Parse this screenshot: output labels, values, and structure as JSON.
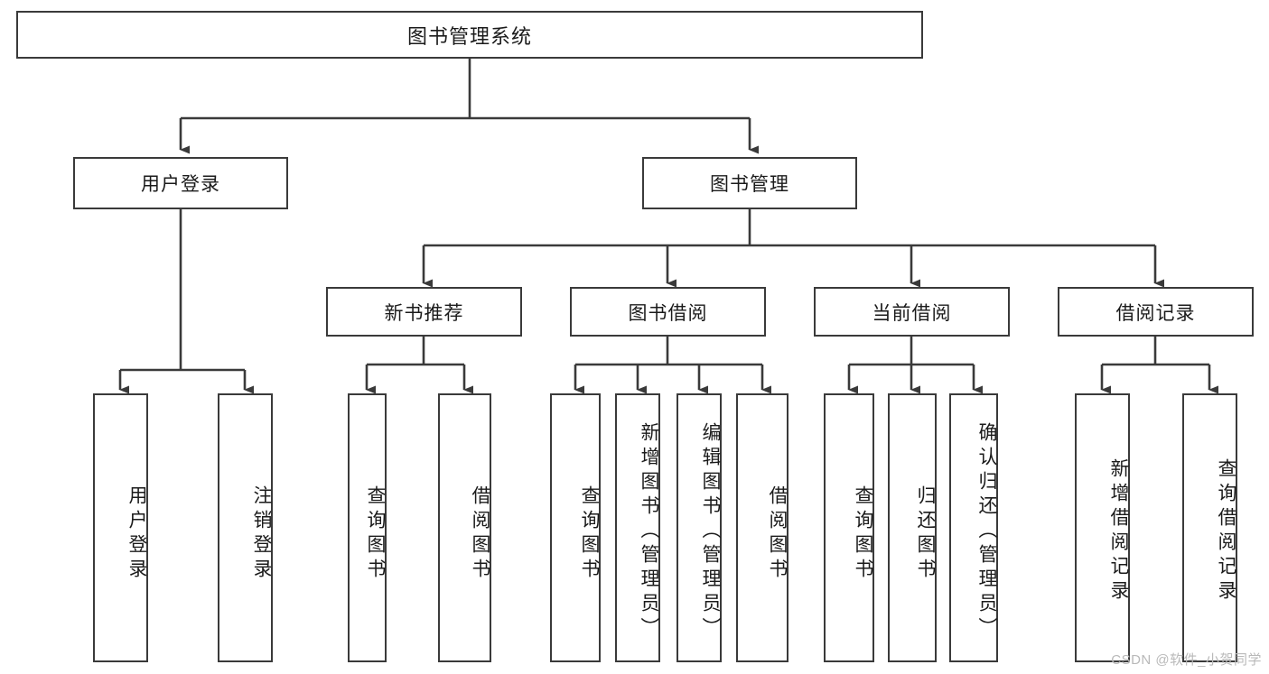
{
  "diagram": {
    "title": "图书管理系统",
    "watermark": "CSDN @软件_小贺同学",
    "colors": {
      "box_border": "#3a3a3a",
      "box_fill": "#ffffff",
      "line": "#3a3a3a",
      "text": "#1b1b1b",
      "watermark": "#b9b9b9"
    },
    "root": {
      "label": "图书管理系统"
    },
    "level1": [
      {
        "label": "用户登录"
      },
      {
        "label": "图书管理"
      }
    ],
    "level2": [
      {
        "label": "新书推荐"
      },
      {
        "label": "图书借阅"
      },
      {
        "label": "当前借阅"
      },
      {
        "label": "借阅记录"
      }
    ],
    "leaves": {
      "user_login": [
        {
          "label": "用户登录"
        },
        {
          "label": "注销登录"
        }
      ],
      "new_book_recommend": [
        {
          "label": "查询图书"
        },
        {
          "label": "借阅图书"
        }
      ],
      "book_borrow": [
        {
          "label": "查询图书"
        },
        {
          "label": "新增图书（管理员）"
        },
        {
          "label": "编辑图书（管理员）"
        },
        {
          "label": "借阅图书"
        }
      ],
      "current_borrow": [
        {
          "label": "查询图书"
        },
        {
          "label": "归还图书"
        },
        {
          "label": "确认归还（管理员）"
        }
      ],
      "borrow_record": [
        {
          "label": "新增借阅记录"
        },
        {
          "label": "查询借阅记录"
        }
      ]
    }
  }
}
